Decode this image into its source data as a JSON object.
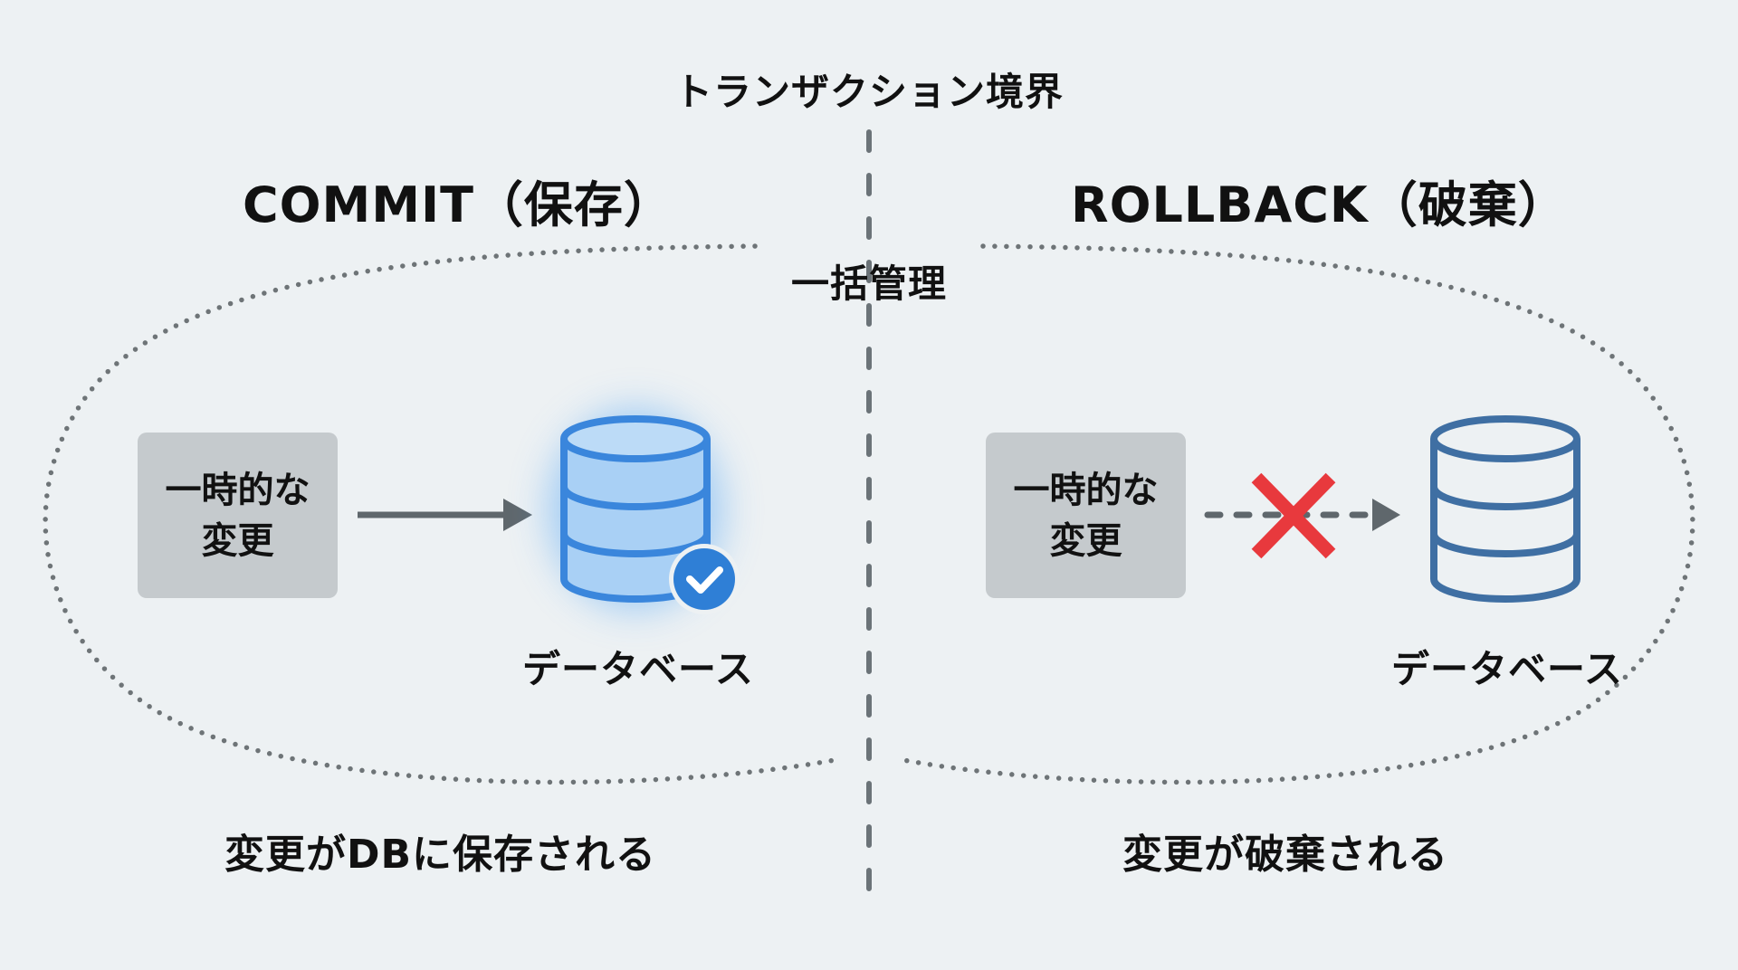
{
  "title": "トランザクション境界",
  "center_label": "一括管理",
  "colors": {
    "background": "#edf1f3",
    "divider": "#6b7378",
    "dots": "#6e7477",
    "box": "#c5cacd",
    "commit_db": "#3a86dc",
    "commit_db_fill": "#a9d0f5",
    "rollback_db": "#3f6fa3",
    "arrow": "#5f676c",
    "cross": "#e8393d",
    "check_badge": "#2f7fd6"
  },
  "commit": {
    "heading": "COMMIT（保存）",
    "temp_box": "一時的な\n変更",
    "arrow_style": "solid",
    "db_icon": "database-check-icon",
    "db_label": "データベース",
    "result": "変更がDBに保存される"
  },
  "rollback": {
    "heading": "ROLLBACK（破棄）",
    "temp_box": "一時的な\n変更",
    "arrow_style": "dashed",
    "blocked_icon": "cross-icon",
    "db_icon": "database-icon",
    "db_label": "データベース",
    "result": "変更が破棄される"
  }
}
